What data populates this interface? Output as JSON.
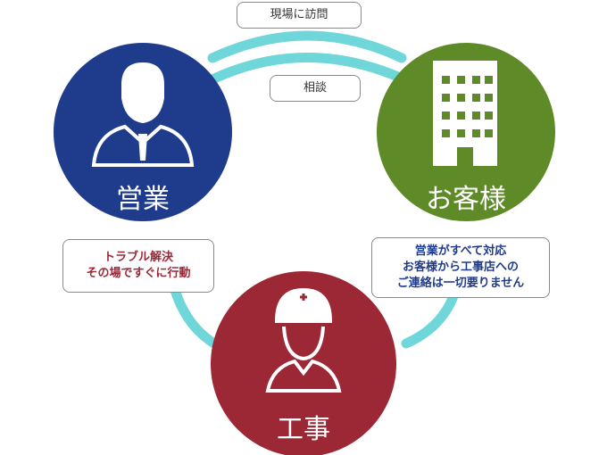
{
  "nodes": {
    "sales": {
      "label": "営業",
      "color": "#1f3c8c"
    },
    "customer": {
      "label": "お客様",
      "color": "#5f8a28"
    },
    "construction": {
      "label": "工事",
      "color": "#9c2836"
    }
  },
  "bubbles": {
    "visit": "現場に訪問",
    "consult": "相談",
    "trouble": [
      "トラブル解決",
      "その場ですぐに行動"
    ],
    "sales_handles": [
      "営業がすべて対応",
      "お客様から工事店への",
      "ご連絡は一切要りません"
    ]
  },
  "colors": {
    "arrow": "#6fd6d9",
    "trouble_text": "#9c2836",
    "sales_text": "#1f3c8c"
  }
}
